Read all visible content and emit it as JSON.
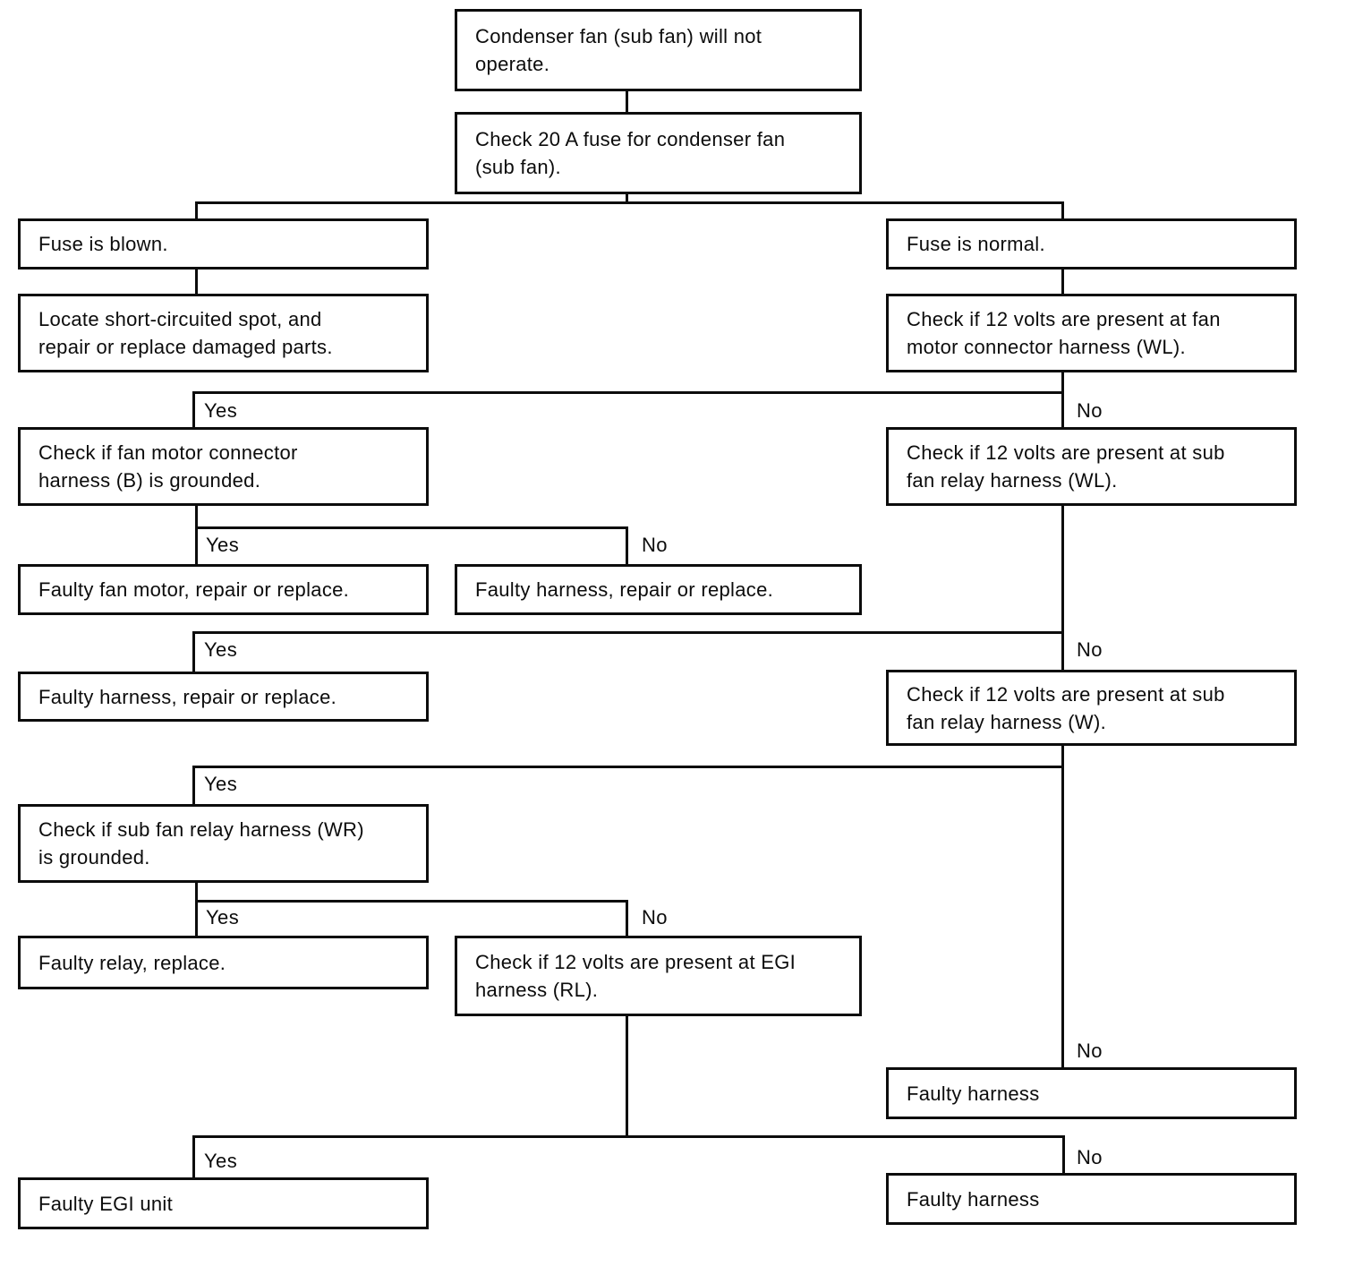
{
  "diagram": {
    "type": "flowchart",
    "title": "Condenser fan (sub fan) will not operate.",
    "branch_labels": {
      "yes": "Yes",
      "no": "No"
    },
    "nodes": {
      "start": {
        "text": "Condenser fan (sub fan) will not\noperate."
      },
      "check_fuse": {
        "text": "Check 20 A fuse for condenser fan\n(sub fan)."
      },
      "fuse_blown": {
        "text": "Fuse is blown."
      },
      "fuse_normal": {
        "text": "Fuse is normal."
      },
      "locate_short": {
        "text": "Locate short-circuited spot, and\nrepair or replace damaged parts."
      },
      "check_12v_fan_motor": {
        "text": "Check if 12 volts are present at fan\nmotor connector harness (WL)."
      },
      "check_fan_motor_ground": {
        "text": "Check if fan motor connector\nharness (B) is grounded."
      },
      "check_12v_sub_relay_wl": {
        "text": "Check if 12 volts are present at sub\nfan relay harness (WL)."
      },
      "faulty_fan_motor": {
        "text": "Faulty fan motor, repair or replace."
      },
      "faulty_harness_no_b": {
        "text": "Faulty harness, repair or replace."
      },
      "faulty_harness_yes_wl": {
        "text": "Faulty harness, repair or replace."
      },
      "check_12v_sub_relay_w": {
        "text": "Check if 12 volts are present at sub\nfan relay harness (W)."
      },
      "check_sub_relay_ground": {
        "text": "Check if sub fan relay harness (WR)\nis grounded."
      },
      "faulty_relay": {
        "text": "Faulty relay, replace."
      },
      "check_12v_egi": {
        "text": "Check if 12 volts are present at EGI\nharness (RL)."
      },
      "faulty_harness_no_w": {
        "text": "Faulty harness"
      },
      "faulty_egi_unit": {
        "text": "Faulty EGI unit"
      },
      "faulty_harness_no_egi": {
        "text": "Faulty harness"
      }
    },
    "edges": [
      {
        "from": "start",
        "to": "check_fuse",
        "label": ""
      },
      {
        "from": "check_fuse",
        "to": "fuse_blown",
        "label": ""
      },
      {
        "from": "check_fuse",
        "to": "fuse_normal",
        "label": ""
      },
      {
        "from": "fuse_blown",
        "to": "locate_short",
        "label": ""
      },
      {
        "from": "fuse_normal",
        "to": "check_12v_fan_motor",
        "label": ""
      },
      {
        "from": "check_12v_fan_motor",
        "to": "check_fan_motor_ground",
        "label": "Yes"
      },
      {
        "from": "check_12v_fan_motor",
        "to": "check_12v_sub_relay_wl",
        "label": "No"
      },
      {
        "from": "check_fan_motor_ground",
        "to": "faulty_fan_motor",
        "label": "Yes"
      },
      {
        "from": "check_fan_motor_ground",
        "to": "faulty_harness_no_b",
        "label": "No"
      },
      {
        "from": "check_12v_sub_relay_wl",
        "to": "faulty_harness_yes_wl",
        "label": "Yes"
      },
      {
        "from": "check_12v_sub_relay_wl",
        "to": "check_12v_sub_relay_w",
        "label": "No"
      },
      {
        "from": "check_12v_sub_relay_w",
        "to": "check_sub_relay_ground",
        "label": "Yes"
      },
      {
        "from": "check_12v_sub_relay_w",
        "to": "faulty_harness_no_w",
        "label": "No"
      },
      {
        "from": "check_sub_relay_ground",
        "to": "faulty_relay",
        "label": "Yes"
      },
      {
        "from": "check_sub_relay_ground",
        "to": "check_12v_egi",
        "label": "No"
      },
      {
        "from": "check_12v_egi",
        "to": "faulty_egi_unit",
        "label": "Yes"
      },
      {
        "from": "check_12v_egi",
        "to": "faulty_harness_no_egi",
        "label": "No"
      }
    ],
    "colors": {
      "line": "#0c0c0c",
      "background": "#ffffff",
      "text": "#0c0c0c"
    }
  }
}
